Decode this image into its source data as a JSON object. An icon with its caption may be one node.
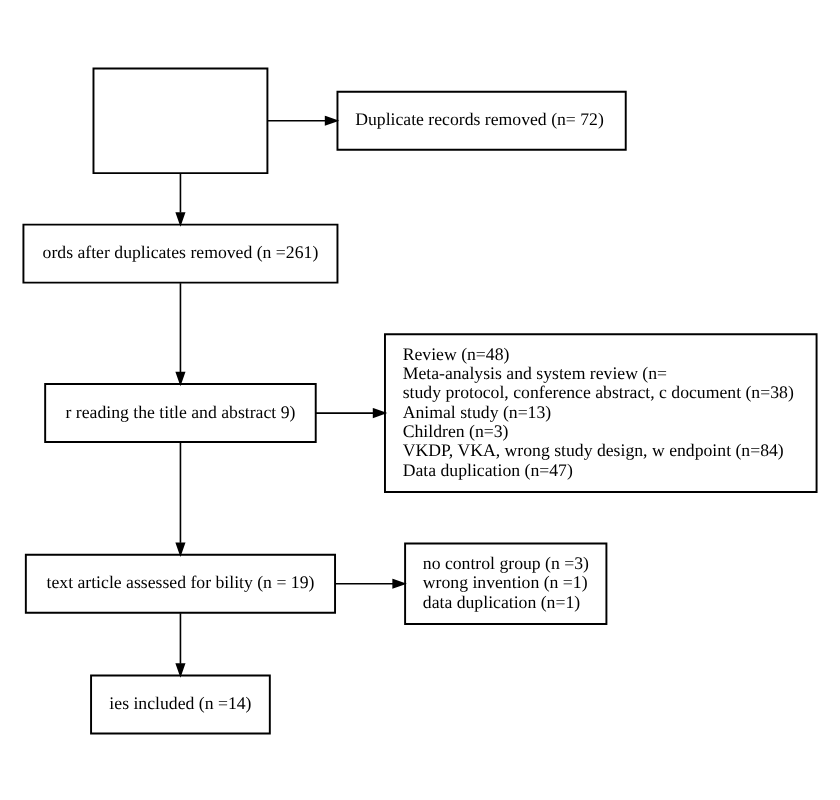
{
  "diagram": {
    "nodes": [
      {
        "text": [],
        "shape": "box"
      },
      {
        "text": [
          "Duplicate records removed (n= 72)"
        ]
      },
      {
        "text": [
          "ords after duplicates removed (n =261)"
        ]
      },
      {
        "text": [
          "r reading the title and abstract 9)"
        ]
      },
      {
        "text": [
          "Review (n=48)",
          "Meta-analysis and system review (n=",
          "study protocol, conference abstract, c document (n=38)",
          "Animal study (n=13)",
          "Children (n=3)",
          "VKDP, VKA, wrong study design, w endpoint (n=84)",
          "Data duplication (n=47)"
        ]
      },
      {
        "text": [
          "text article assessed for bility (n = 19)"
        ]
      },
      {
        "text": [
          "no control group (n =3)",
          "wrong invention (n =1)",
          "data duplication (n=1)"
        ]
      },
      {
        "text": [
          "ies included (n =14)"
        ]
      }
    ],
    "edges": [
      {
        "from": 0,
        "to": 1,
        "arrow": "to"
      },
      {
        "from": 0,
        "to": 2,
        "arrow": "to"
      },
      {
        "from": 2,
        "to": 3,
        "arrow": "to"
      },
      {
        "from": 3,
        "to": 4,
        "arrow": "to"
      },
      {
        "from": 3,
        "to": 5,
        "arrow": "to"
      },
      {
        "from": 5,
        "to": 6,
        "arrow": "to"
      },
      {
        "from": 5,
        "to": 7,
        "arrow": "to"
      }
    ]
  }
}
